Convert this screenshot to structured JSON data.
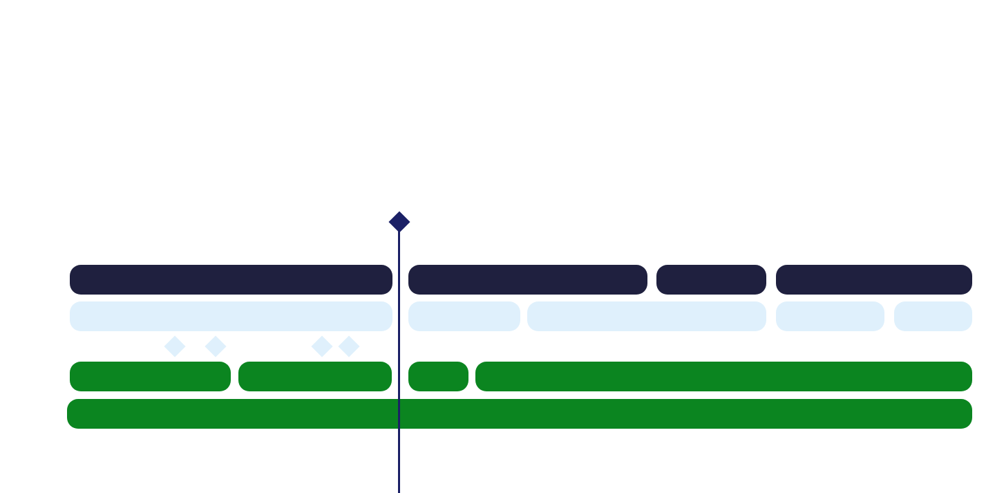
{
  "colors": {
    "background": "#ffffff",
    "dark_track": "#1f203f",
    "light_track": "#dff0fc",
    "green_track": "#0b8520",
    "playhead": "#1b2066",
    "marker": "#dff0fc"
  },
  "tracks": {
    "dark": {
      "segment_count": 4
    },
    "light": {
      "segment_count": 5
    },
    "markers": {
      "count": 4,
      "icon": "diamond-icon"
    },
    "green_top": {
      "segment_count": 4
    },
    "green_bottom": {
      "segment_count": 1
    }
  },
  "playhead": {
    "icon": "diamond-icon"
  }
}
